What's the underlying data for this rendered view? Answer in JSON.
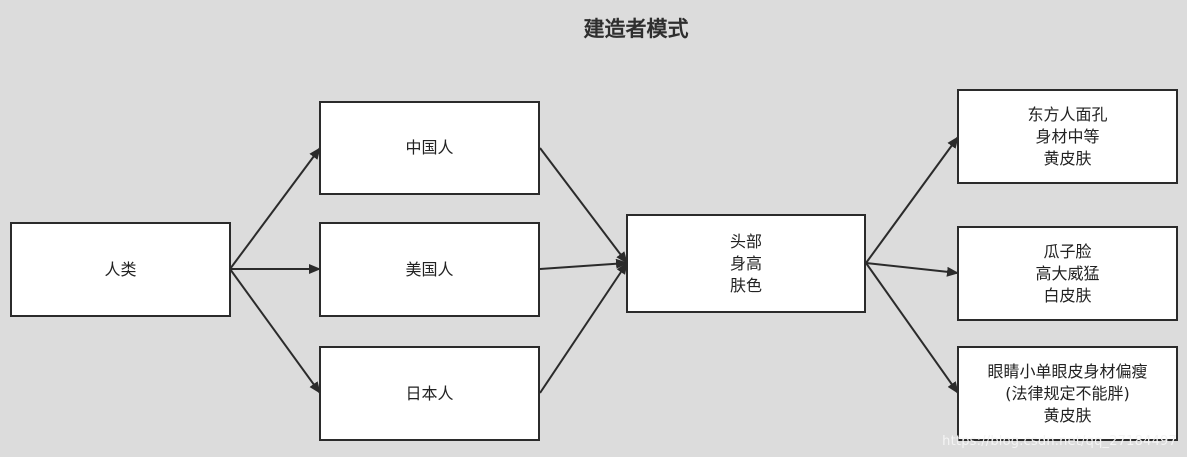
{
  "title": "建造者模式",
  "nodes": {
    "human": {
      "lines": [
        "人类"
      ]
    },
    "chinese": {
      "lines": [
        "中国人"
      ]
    },
    "american": {
      "lines": [
        "美国人"
      ]
    },
    "japanese": {
      "lines": [
        "日本人"
      ]
    },
    "attributes": {
      "lines": [
        "头部",
        "身高",
        "肤色"
      ]
    },
    "result_chinese": {
      "lines": [
        "东方人面孔",
        "身材中等",
        "黄皮肤"
      ]
    },
    "result_american": {
      "lines": [
        "瓜子脸",
        "高大威猛",
        "白皮肤"
      ]
    },
    "result_japanese": {
      "lines": [
        "眼睛小单眼皮身材偏瘦",
        "(法律规定不能胖)",
        "黄皮肤"
      ]
    }
  },
  "watermark": "https://blog.csdn.net/qq_27184497",
  "colors": {
    "background": "#dcdcdc",
    "node_fill": "#ffffff",
    "stroke": "#2b2b2b"
  }
}
